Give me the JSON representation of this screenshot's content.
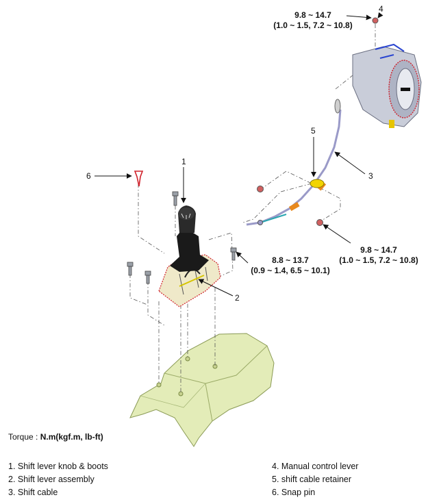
{
  "callouts": {
    "c1": "1",
    "c2": "2",
    "c3": "3",
    "c4": "4",
    "c5": "5",
    "c6": "6"
  },
  "torques": {
    "top": {
      "line1": "9.8 ~ 14.7",
      "line2": "(1.0 ~ 1.5, 7.2 ~ 10.8)"
    },
    "right": {
      "line1": "9.8 ~ 14.7",
      "line2": "(1.0 ~ 1.5, 7.2 ~ 10.8)"
    },
    "middle": {
      "line1": "8.8 ~ 13.7",
      "line2": "(0.9 ~ 1.4, 6.5 ~ 10.1)"
    }
  },
  "caption": {
    "label": "Torque : ",
    "unit": "N.m(kgf.m, lb-ft)"
  },
  "legend": {
    "left": [
      "1. Shift lever knob & boots",
      "2. Shift lever assembly",
      "3. Shift cable"
    ],
    "right": [
      "4. Manual control lever",
      "5. shift cable retainer",
      "6. Snap pin"
    ]
  },
  "colors": {
    "floor_panel": "#e3ecb8",
    "boot": "#1a1a1a",
    "base": "#efe9c9",
    "outline_red": "#d0202a",
    "cable": "#9a9ac8",
    "cable_end_orange": "#e8891e",
    "retainer": "#f2d400",
    "transmission": "#c9cdd9"
  }
}
